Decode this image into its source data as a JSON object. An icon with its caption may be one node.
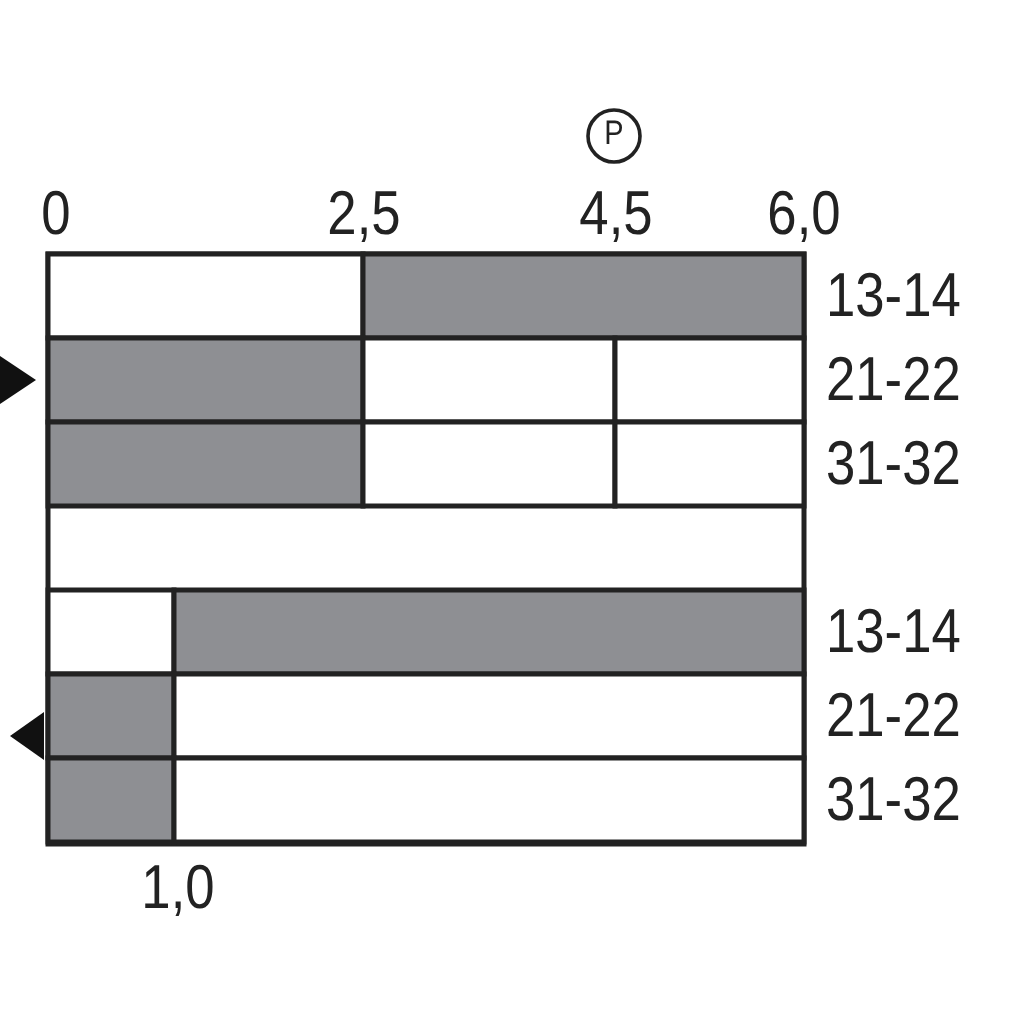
{
  "diagram": {
    "labels": [
      "P",
      "0",
      "2,5",
      "4,5",
      "6,0",
      "13-14",
      "21-22",
      "31-32",
      "13-14",
      "21-22",
      "31-32",
      "1,0"
    ]
  }
}
